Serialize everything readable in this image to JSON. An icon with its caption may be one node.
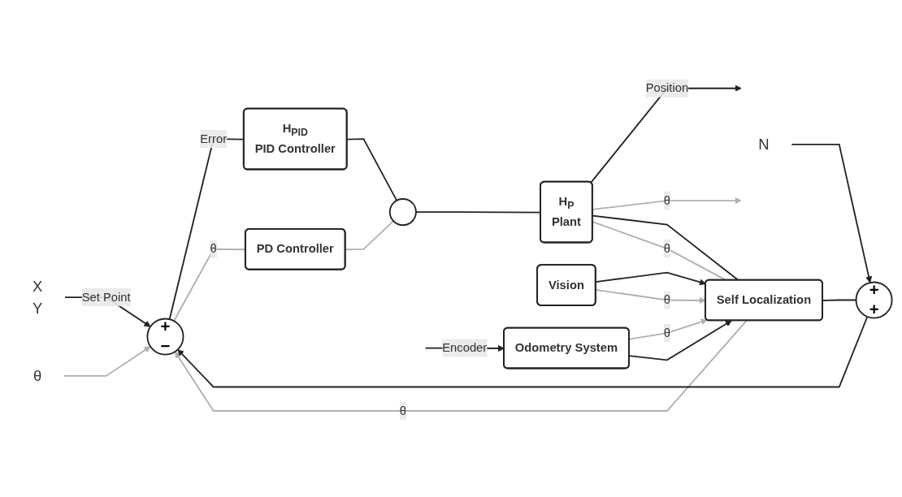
{
  "diagram": {
    "nodes": [
      {
        "text": [
          "X",
          "Y"
        ]
      },
      {
        "text": [
          "θ"
        ]
      },
      {
        "text": [
          "+",
          "−"
        ]
      },
      {
        "text": [
          "H$_{PID}$",
          "PID Controller"
        ]
      },
      {
        "text": [
          "PD Controller"
        ]
      },
      {
        "text": [],
        "shape": "circle"
      },
      {
        "text": [
          "H$_{P}$",
          "Plant"
        ]
      },
      {
        "text": [
          "+",
          "+"
        ]
      },
      {
        "text": [
          "Self Localization"
        ]
      },
      {
        "text": [
          "Vision"
        ]
      },
      {
        "text": [
          "Odometry System"
        ]
      },
      {
        "text": [
          "N"
        ]
      }
    ],
    "edges": [
      {
        "from": 0,
        "to": 2,
        "label": "Set Point",
        "arrow": "to"
      },
      {
        "from": 1,
        "to": 2,
        "arrow": "to",
        "color": "#b0b0b0"
      },
      {
        "from": 2,
        "to": 3,
        "label": "Error",
        "arrow": "none"
      },
      {
        "from": 2,
        "to": 4,
        "label": "θ",
        "arrow": "none",
        "color": "#b0b0b0"
      },
      {
        "from": 3,
        "to": 5,
        "arrow": "none"
      },
      {
        "from": 4,
        "to": 5,
        "arrow": "none",
        "color": "#b0b0b0"
      },
      {
        "from": 5,
        "to": 6,
        "arrow": "none"
      },
      {
        "from": 6,
        "to": null,
        "label": "Position",
        "arrow": "to"
      },
      {
        "from": 6,
        "to": null,
        "label": "θ",
        "arrow": "to",
        "color": "#b0b0b0"
      },
      {
        "from": 6,
        "to": 8,
        "arrow": "none"
      },
      {
        "from": 6,
        "to": 8,
        "label": "θ",
        "arrow": "none",
        "color": "#b0b0b0"
      },
      {
        "from": 8,
        "to": 7,
        "arrow": "none"
      },
      {
        "from": 8,
        "to": 2,
        "label": "θ",
        "arrow": "to",
        "color": "#b0b0b0"
      },
      {
        "from": 7,
        "to": 2,
        "arrow": "to"
      },
      {
        "from": 11,
        "to": 7,
        "arrow": "to"
      },
      {
        "from": 9,
        "to": 8,
        "arrow": "to"
      },
      {
        "from": 9,
        "to": 8,
        "label": "θ",
        "arrow": "to",
        "color": "#b0b0b0"
      },
      {
        "from": 10,
        "to": 8,
        "label": "θ",
        "arrow": "to",
        "color": "#b0b0b0"
      },
      {
        "from": 10,
        "to": 8,
        "arrow": "to"
      },
      {
        "from": null,
        "to": 10,
        "label": "Encoder",
        "arrow": "to"
      }
    ]
  }
}
